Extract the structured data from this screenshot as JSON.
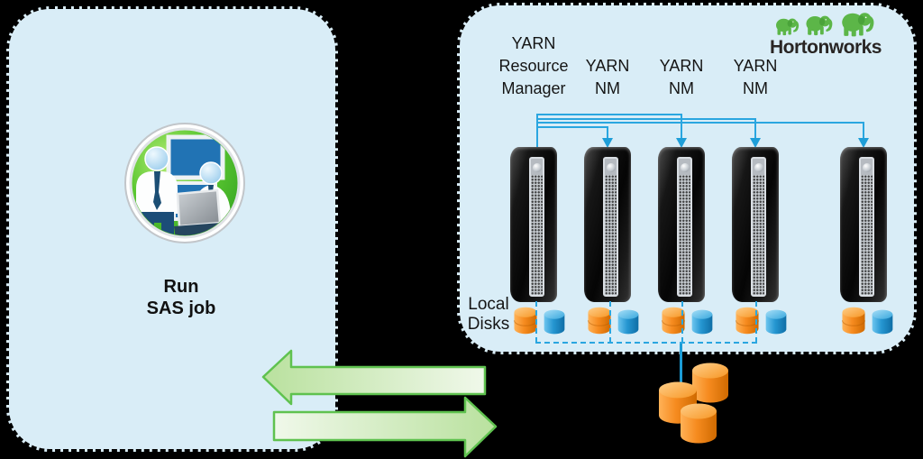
{
  "left_panel": {
    "caption": {
      "line1": "Run",
      "line2": "SAS job"
    }
  },
  "right_panel": {
    "brand": "Hortonworks",
    "rm_label": {
      "line1": "YARN",
      "line2": "Resource",
      "line3": "Manager"
    },
    "nm_label": {
      "line1": "YARN",
      "line2": "NM"
    },
    "local_disks_label": {
      "line1": "Local",
      "line2": "Disks"
    }
  },
  "icons": {
    "sas_users": "people-with-computers-icon",
    "hortonworks_logo": "three-elephants-icon",
    "server": "tower-server-icon",
    "local_disk_orange": "orange-database-cylinder-icon",
    "local_disk_blue": "blue-database-cylinder-icon",
    "shared_data": "orange-database-stack-icon",
    "flow_left": "left-arrow",
    "flow_right": "right-arrow"
  },
  "colors": {
    "background": "#000000",
    "panel_fill": "#d9edf7",
    "connector_blue": "#2aa6e0",
    "arrow_stroke_green": "#5fc24f",
    "arrow_fill_light": "#f0f8ea",
    "arrow_fill_dark": "#b9e19e",
    "disk_orange": "#f68b1f",
    "disk_blue": "#2596d1",
    "logo_green": "#5cb648",
    "text": "#1a1a1a"
  }
}
